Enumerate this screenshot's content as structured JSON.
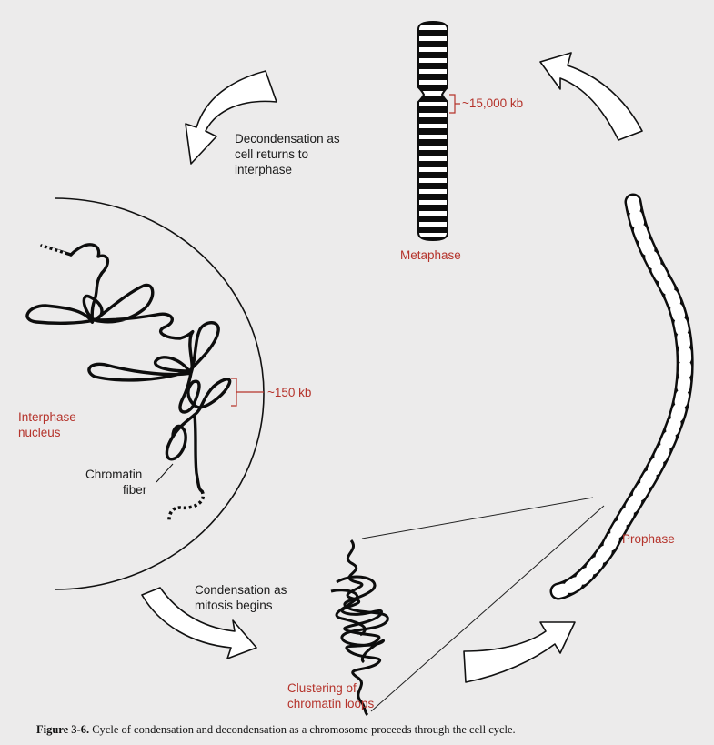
{
  "labels": {
    "decondensation_1": "Decondensation as",
    "decondensation_2": "cell returns to",
    "decondensation_3": "interphase",
    "metaphase_size": "~15,000 kb",
    "metaphase": "Metaphase",
    "loop_size": "~150 kb",
    "interphase_1": "Interphase",
    "interphase_2": "nucleus",
    "fiber_1": "Chromatin",
    "fiber_2": "fiber",
    "prophase": "Prophase",
    "condensation_1": "Condensation as",
    "condensation_2": "mitosis begins",
    "clustering_1": "Clustering of",
    "clustering_2": "chromatin loops"
  },
  "caption": {
    "figure_number": "Figure 3-6.",
    "text": "Cycle of condensation and decondensation as a chromosome proceeds through the cell cycle."
  },
  "colors": {
    "background": "#ecebeb",
    "label_red": "#b5332b",
    "label_black": "#1a1a1a",
    "ink": "#0d0d0d"
  }
}
